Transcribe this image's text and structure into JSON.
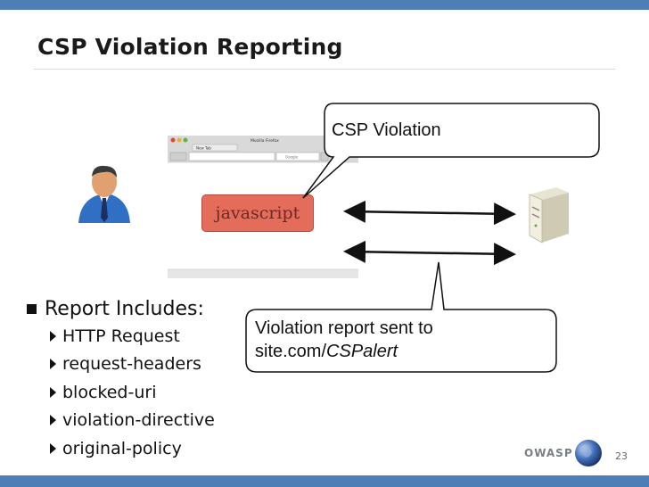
{
  "slide": {
    "title": "CSP Violation Reporting",
    "page_number": "23",
    "footer_org": "OWASP"
  },
  "browser": {
    "window_title": "Mozilla Firefox",
    "tab_label": "New Tab",
    "search_text": "Google"
  },
  "diagram": {
    "script_label": "javascript",
    "callout_violation": "CSP Violation",
    "callout_report_line1": "Violation report sent to",
    "callout_report_line2_prefix": "site.com/",
    "callout_report_line2_italic": "CSPalert"
  },
  "bullets": {
    "heading": "Report Includes:",
    "items": [
      "HTTP Request",
      "request-headers",
      "blocked-uri",
      "violation-directive",
      "original-policy"
    ]
  },
  "colors": {
    "accent_bar": "#4d7fb6",
    "script_box": "#e36c5a",
    "user_shirt": "#2f6fc4"
  }
}
